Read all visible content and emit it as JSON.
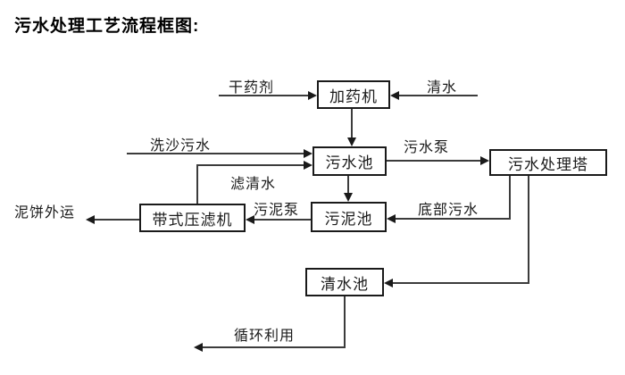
{
  "title": "污水处理工艺流程框图:",
  "diagram": {
    "nodes": {
      "dosing_machine": "加药机",
      "sewage_pool": "污水池",
      "treatment_tower": "污水处理塔",
      "sludge_pool": "污泥池",
      "belt_filter_press": "带式压滤机",
      "clear_water_pool": "清水池"
    },
    "edge_labels": {
      "dry_chemical": "干药剂",
      "clear_water": "清水",
      "sand_washing_sewage": "洗沙污水",
      "filtered_water": "滤清水",
      "sewage_pump": "污水泵",
      "sludge_pump": "污泥泵",
      "mud_cake_out": "泥饼外运",
      "bottom_sewage": "底部污水",
      "recycle": "循环利用"
    },
    "colors": {
      "line": "#3c3c3c",
      "box_border": "#1a1a1a",
      "text": "#000000",
      "background": "#ffffff"
    }
  }
}
